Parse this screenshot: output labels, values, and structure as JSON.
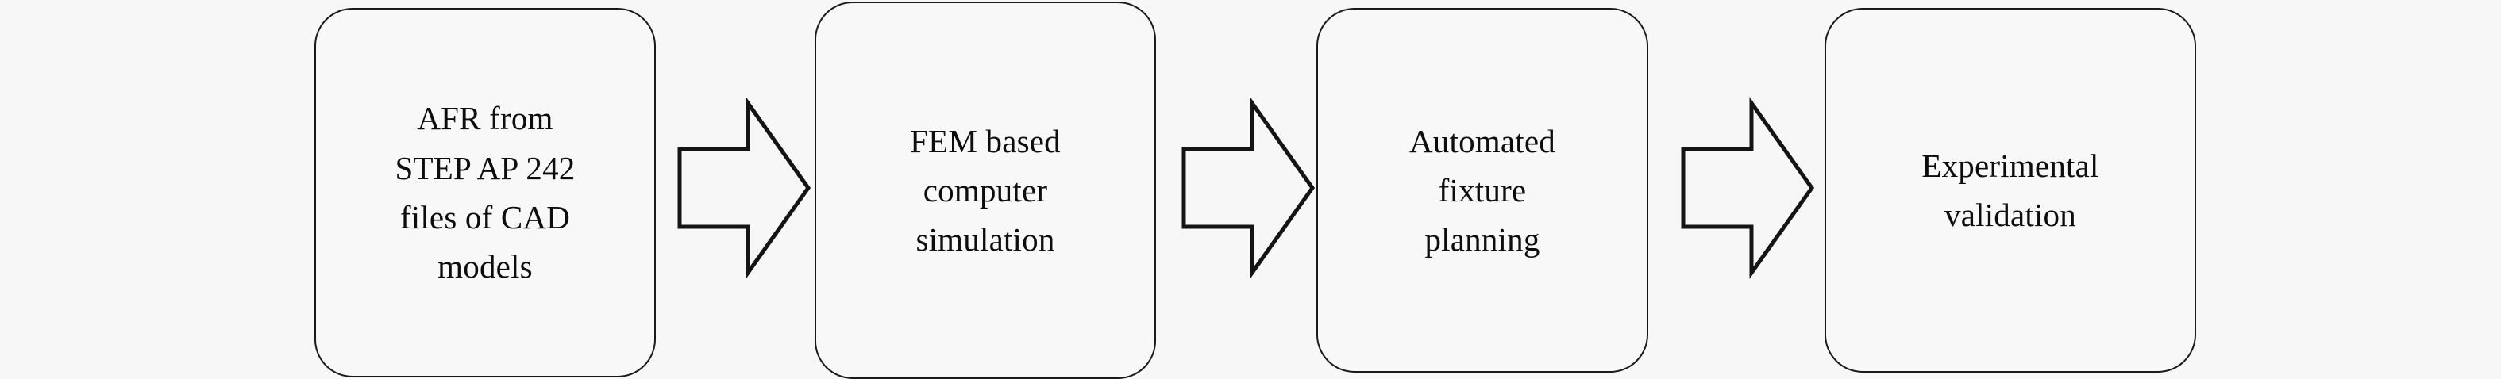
{
  "diagram": {
    "type": "flowchart",
    "orientation": "left-to-right",
    "background_color": "#f7f7f7",
    "stroke_color": "#141414",
    "text_color": "#0d0d0d",
    "steps": [
      {
        "id": "step-1",
        "label": "AFR from\nSTEP AP 242\nfiles of CAD\nmodels",
        "lines": [
          "AFR from",
          "STEP AP 242",
          "files of CAD",
          "models"
        ]
      },
      {
        "id": "step-2",
        "label": "FEM based\ncomputer\nsimulation",
        "lines": [
          "FEM based",
          "computer",
          "simulation"
        ]
      },
      {
        "id": "step-3",
        "label": "Automated\nfixture\nplanning",
        "lines": [
          "Automated",
          "fixture",
          "planning"
        ]
      },
      {
        "id": "step-4",
        "label": "Experimental\nvalidation",
        "lines": [
          "Experimental",
          "validation"
        ]
      }
    ],
    "connectors": [
      {
        "id": "connector-1",
        "from": "step-1",
        "to": "step-2",
        "glyph": "block-arrow-right"
      },
      {
        "id": "connector-2",
        "from": "step-2",
        "to": "step-3",
        "glyph": "block-arrow-right"
      },
      {
        "id": "connector-3",
        "from": "step-3",
        "to": "step-4",
        "glyph": "block-arrow-right"
      }
    ]
  }
}
